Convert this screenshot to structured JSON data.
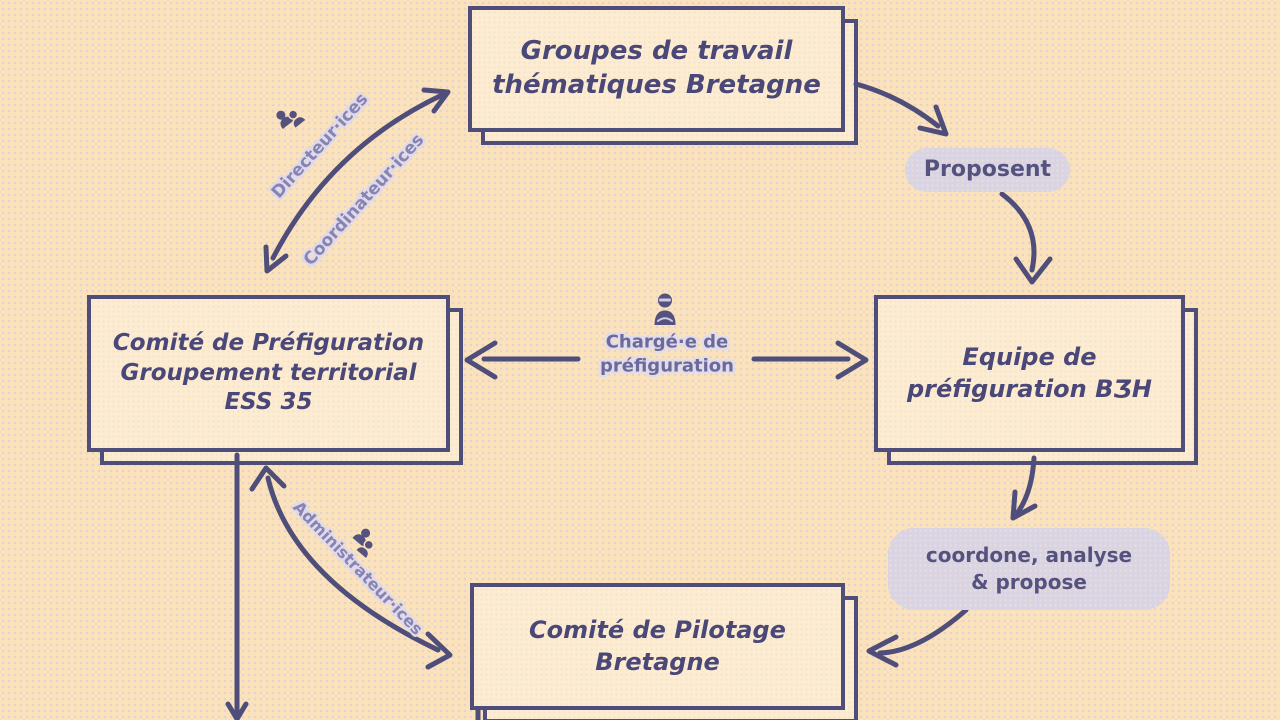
{
  "colors": {
    "background": "#fbe2ba",
    "node_fill": "#fdeccf",
    "stroke": "#4f4d7a",
    "pill_background": "#d8d4e6",
    "pill_text": "#56527e",
    "edge_label_text": "#8784b2",
    "edge_label_halo": "#ded9ec",
    "center_label_text": "#6c699b",
    "node_text": "#4a4779"
  },
  "nodes": {
    "groupes_travail": {
      "line1": "Groupes de travail",
      "line2": "thématiques Bretagne"
    },
    "comite_prefiguration_35": {
      "line1": "Comité de Préfiguration",
      "line2": "Groupement territorial",
      "line3": "ESS 35"
    },
    "equipe_prefiguration": {
      "line1": "Equipe de",
      "line2": "préfiguration BƷH"
    },
    "comite_pilotage": {
      "line1": "Comité de Pilotage",
      "line2": "Bretagne"
    }
  },
  "pills": {
    "proposent": "Proposent",
    "coordone": {
      "line1": "coordone, analyse",
      "line2": "& propose"
    }
  },
  "edge_labels": {
    "directeurices": "Directeur·ices",
    "coordinateurices": "Coordinateur·ices",
    "administrateurices": "Administrateur·ices",
    "chargee": {
      "line1": "Chargé·e de",
      "line2": "préfiguration"
    }
  },
  "icons": {
    "person": "person-icon",
    "people_pair_top": "people-pair-icon",
    "people_pair_bottom": "people-pair-icon"
  }
}
